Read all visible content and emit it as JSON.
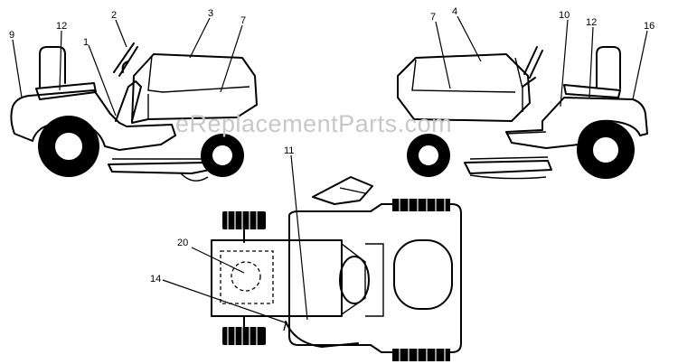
{
  "watermark": "eReplacementParts.com",
  "callouts": {
    "left_9": "9",
    "left_12": "12",
    "left_2": "2",
    "left_3": "3",
    "left_1": "1",
    "left_7": "7",
    "right_7": "7",
    "right_4": "4",
    "right_10": "10",
    "right_12": "12",
    "right_16": "16",
    "top_11": "11",
    "top_20": "20",
    "top_14": "14"
  }
}
